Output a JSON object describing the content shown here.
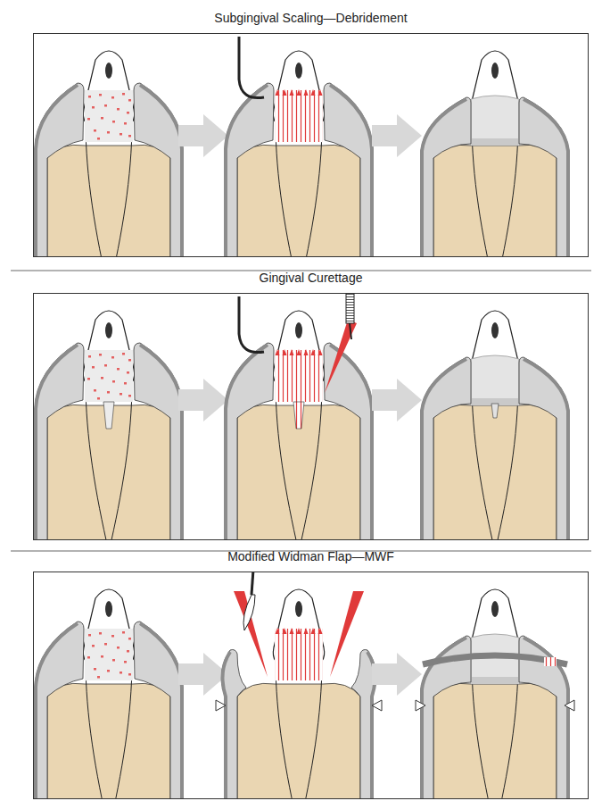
{
  "diagram": {
    "nodes": [
      {
        "text": [
          "Subgingival Scaling—Debridement"
        ]
      },
      {
        "text": [
          "Gingival Curettage"
        ]
      },
      {
        "text": [
          "Modified Widman Flap—MWF"
        ]
      }
    ]
  }
}
